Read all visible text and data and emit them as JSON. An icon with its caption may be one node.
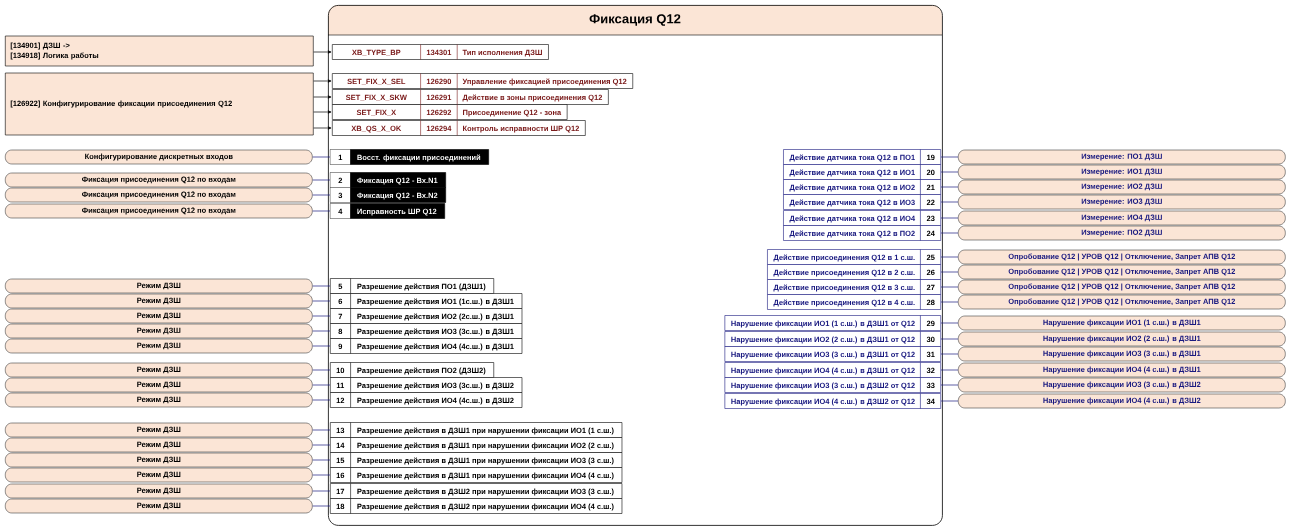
{
  "diagram": {
    "nodes": [
      {
        "text": [
          "Фиксация Q12"
        ]
      },
      {
        "text": [
          "[134901] ДЗШ ->",
          "[134918] Логика работы"
        ]
      },
      {
        "text": [
          "[126922] Конфигурирование фиксации присоединения Q12"
        ]
      },
      {
        "text": [
          "XB_TYPE_BP",
          "134301",
          "Тип исполнения ДЗШ"
        ],
        "in": 0
      },
      {
        "text": [
          "SET_FIX_X_SEL",
          "126290",
          "Управление фиксацией присоединения Q12"
        ],
        "in": 0
      },
      {
        "text": [
          "SET_FIX_X_SKW",
          "126291",
          "Действие в зоны присоединения Q12"
        ],
        "in": 0
      },
      {
        "text": [
          "SET_FIX_X",
          "126292",
          "Присоединение Q12 - зона"
        ],
        "in": 0
      },
      {
        "text": [
          "XB_QS_X_OK",
          "126294",
          "Контроль исправности ШР Q12"
        ],
        "in": 0
      },
      {
        "text": [
          "Конфигурирование дискретных входов"
        ]
      },
      {
        "text": [
          "Фиксация присоединения Q12 по входам"
        ]
      },
      {
        "text": [
          "Фиксация присоединения Q12 по входам"
        ]
      },
      {
        "text": [
          "Фиксация присоединения Q12 по входам"
        ]
      },
      {
        "text": [
          "Режим ДЗШ"
        ]
      },
      {
        "text": [
          "Режим ДЗШ"
        ]
      },
      {
        "text": [
          "Режим ДЗШ"
        ]
      },
      {
        "text": [
          "Режим ДЗШ"
        ]
      },
      {
        "text": [
          "Режим ДЗШ"
        ]
      },
      {
        "text": [
          "Режим ДЗШ"
        ]
      },
      {
        "text": [
          "Режим ДЗШ"
        ]
      },
      {
        "text": [
          "Режим ДЗШ"
        ]
      },
      {
        "text": [
          "Режим ДЗШ"
        ]
      },
      {
        "text": [
          "Режим ДЗШ"
        ]
      },
      {
        "text": [
          "Режим ДЗШ"
        ]
      },
      {
        "text": [
          "Режим ДЗШ"
        ]
      },
      {
        "text": [
          "Режим ДЗШ"
        ]
      },
      {
        "text": [
          "Режим ДЗШ"
        ]
      },
      {
        "text": [
          "1",
          "Восст. фиксации присоединений"
        ],
        "in": 0
      },
      {
        "text": [
          "2",
          "Фиксация Q12 - Вх.N1"
        ],
        "in": 0
      },
      {
        "text": [
          "3",
          "Фиксация Q12 - Вх.N2"
        ],
        "in": 0
      },
      {
        "text": [
          "4",
          "Исправность ШР Q12"
        ],
        "in": 0
      },
      {
        "text": [
          "5",
          "Разрешение действия ПО1 (ДЗШ1)"
        ],
        "in": 0
      },
      {
        "text": [
          "6",
          "Разрешение действия ИО1 (1с.ш.) в ДЗШ1"
        ],
        "in": 0
      },
      {
        "text": [
          "7",
          "Разрешение действия ИО2 (2с.ш.) в ДЗШ1"
        ],
        "in": 0
      },
      {
        "text": [
          "8",
          "Разрешение действия ИО3 (3с.ш.) в ДЗШ1"
        ],
        "in": 0
      },
      {
        "text": [
          "9",
          "Разрешение действия ИО4 (4с.ш.) в ДЗШ1"
        ],
        "in": 0
      },
      {
        "text": [
          "10",
          "Разрешение действия ПО2 (ДЗШ2)"
        ],
        "in": 0
      },
      {
        "text": [
          "11",
          "Разрешение действия ИО3 (3с.ш.) в ДЗШ2"
        ],
        "in": 0
      },
      {
        "text": [
          "12",
          "Разрешение действия ИО4 (4с.ш.) в ДЗШ2"
        ],
        "in": 0
      },
      {
        "text": [
          "13",
          "Разрешение действия в ДЗШ1 при нарушении фиксации ИО1 (1 с.ш.)"
        ],
        "in": 0
      },
      {
        "text": [
          "14",
          "Разрешение действия в ДЗШ1 при нарушении фиксации ИО2 (2 с.ш.)"
        ],
        "in": 0
      },
      {
        "text": [
          "15",
          "Разрешение действия в ДЗШ1 при нарушении фиксации ИО3 (3 с.ш.)"
        ],
        "in": 0
      },
      {
        "text": [
          "16",
          "Разрешение действия в ДЗШ1 при нарушении фиксации ИО4 (4 с.ш.)"
        ],
        "in": 0
      },
      {
        "text": [
          "17",
          "Разрешение действия в ДЗШ2 при нарушении фиксации ИО3 (3 с.ш.)"
        ],
        "in": 0
      },
      {
        "text": [
          "18",
          "Разрешение действия в ДЗШ2 при нарушении фиксации ИО4 (4 с.ш.)"
        ],
        "in": 0
      },
      {
        "text": [
          "Действие датчика тока Q12 в ПО1",
          "19"
        ],
        "in": 0
      },
      {
        "text": [
          "Действие датчика тока Q12 в ИО1",
          "20"
        ],
        "in": 0
      },
      {
        "text": [
          "Действие датчика тока Q12 в ИО2",
          "21"
        ],
        "in": 0
      },
      {
        "text": [
          "Действие датчика тока Q12 в ИО3",
          "22"
        ],
        "in": 0
      },
      {
        "text": [
          "Действие датчика тока Q12 в ИО4",
          "23"
        ],
        "in": 0
      },
      {
        "text": [
          "Действие датчика тока Q12 в ПО2",
          "24"
        ],
        "in": 0
      },
      {
        "text": [
          "Действие присоединения Q12 в 1 с.ш.",
          "25"
        ],
        "in": 0
      },
      {
        "text": [
          "Действие присоединения Q12 в 2 с.ш.",
          "26"
        ],
        "in": 0
      },
      {
        "text": [
          "Действие присоединения Q12 в 3 с.ш.",
          "27"
        ],
        "in": 0
      },
      {
        "text": [
          "Действие присоединения Q12 в 4 с.ш.",
          "28"
        ],
        "in": 0
      },
      {
        "text": [
          "Нарушение фиксации ИО1 (1 с.ш.) в ДЗШ1 от Q12",
          "29"
        ],
        "in": 0
      },
      {
        "text": [
          "Нарушение фиксации ИО2 (2 с.ш.) в ДЗШ1 от Q12",
          "30"
        ],
        "in": 0
      },
      {
        "text": [
          "Нарушение фиксации ИО3 (3 с.ш.) в ДЗШ1 от Q12",
          "31"
        ],
        "in": 0
      },
      {
        "text": [
          "Нарушение фиксации ИО4 (4 с.ш.) в ДЗШ1 от Q12",
          "32"
        ],
        "in": 0
      },
      {
        "text": [
          "Нарушение фиксации ИО3 (3 с.ш.) в ДЗШ2 от Q12",
          "33"
        ],
        "in": 0
      },
      {
        "text": [
          "Нарушение фиксации ИО4 (4 с.ш.) в ДЗШ2 от Q12",
          "34"
        ],
        "in": 0
      },
      {
        "text": [
          "Измерение: ПО1 ДЗШ"
        ]
      },
      {
        "text": [
          "Измерение: ИО1 ДЗШ"
        ]
      },
      {
        "text": [
          "Измерение: ИО2 ДЗШ"
        ]
      },
      {
        "text": [
          "Измерение: ИО3 ДЗШ"
        ]
      },
      {
        "text": [
          "Измерение: ИО4 ДЗШ"
        ]
      },
      {
        "text": [
          "Измерение: ПО2 ДЗШ"
        ]
      },
      {
        "text": [
          "Опробование Q12 | УРОВ Q12 | Отключение, Запрет АПВ Q12"
        ]
      },
      {
        "text": [
          "Опробование Q12 | УРОВ Q12 | Отключение, Запрет АПВ Q12"
        ]
      },
      {
        "text": [
          "Опробование Q12 | УРОВ Q12 | Отключение, Запрет АПВ Q12"
        ]
      },
      {
        "text": [
          "Опробование Q12 | УРОВ Q12 | Отключение, Запрет АПВ Q12"
        ]
      },
      {
        "text": [
          "Нарушение фиксации ИО1 (1 с.ш.) в ДЗШ1"
        ]
      },
      {
        "text": [
          "Нарушение фиксации ИО2 (2 с.ш.) в ДЗШ1"
        ]
      },
      {
        "text": [
          "Нарушение фиксации ИО3 (3 с.ш.) в ДЗШ1"
        ]
      },
      {
        "text": [
          "Нарушение фиксации ИО4 (4 с.ш.) в ДЗШ1"
        ]
      },
      {
        "text": [
          "Нарушение фиксации ИО3 (3 с.ш.) в ДЗШ2"
        ]
      },
      {
        "text": [
          "Нарушение фиксации ИО4 (4 с.ш.) в ДЗШ2"
        ]
      }
    ],
    "edges": [
      {
        "from": 1,
        "to": 3,
        "arrow": "to",
        "color": "#000000"
      },
      {
        "from": 2,
        "to": 4,
        "arrow": "to",
        "color": "#000000"
      },
      {
        "from": 2,
        "to": 5,
        "arrow": "to",
        "color": "#000000"
      },
      {
        "from": 2,
        "to": 6,
        "arrow": "to",
        "color": "#000000"
      },
      {
        "from": 2,
        "to": 7,
        "arrow": "to",
        "color": "#000000"
      },
      {
        "from": 8,
        "to": 26,
        "arrow": "none"
      },
      {
        "from": 9,
        "to": 27,
        "arrow": "none"
      },
      {
        "from": 10,
        "to": 28,
        "arrow": "none"
      },
      {
        "from": 11,
        "to": 29,
        "arrow": "none"
      },
      {
        "from": 12,
        "to": 30,
        "arrow": "none"
      },
      {
        "from": 13,
        "to": 31,
        "arrow": "none"
      },
      {
        "from": 14,
        "to": 32,
        "arrow": "none"
      },
      {
        "from": 15,
        "to": 33,
        "arrow": "none"
      },
      {
        "from": 16,
        "to": 34,
        "arrow": "none"
      },
      {
        "from": 17,
        "to": 35,
        "arrow": "none"
      },
      {
        "from": 18,
        "to": 36,
        "arrow": "none"
      },
      {
        "from": 19,
        "to": 37,
        "arrow": "none"
      },
      {
        "from": 20,
        "to": 38,
        "arrow": "none"
      },
      {
        "from": 21,
        "to": 39,
        "arrow": "none"
      },
      {
        "from": 22,
        "to": 40,
        "arrow": "none"
      },
      {
        "from": 23,
        "to": 41,
        "arrow": "none"
      },
      {
        "from": 24,
        "to": 42,
        "arrow": "none"
      },
      {
        "from": 25,
        "to": 43,
        "arrow": "none"
      },
      {
        "from": 44,
        "to": 60,
        "arrow": "none"
      },
      {
        "from": 45,
        "to": 61,
        "arrow": "none"
      },
      {
        "from": 46,
        "to": 62,
        "arrow": "none"
      },
      {
        "from": 47,
        "to": 63,
        "arrow": "none"
      },
      {
        "from": 48,
        "to": 64,
        "arrow": "none"
      },
      {
        "from": 49,
        "to": 65,
        "arrow": "none"
      },
      {
        "from": 50,
        "to": 66,
        "arrow": "none"
      },
      {
        "from": 51,
        "to": 67,
        "arrow": "none"
      },
      {
        "from": 52,
        "to": 68,
        "arrow": "none"
      },
      {
        "from": 53,
        "to": 69,
        "arrow": "none"
      },
      {
        "from": 54,
        "to": 70,
        "arrow": "none"
      },
      {
        "from": 55,
        "to": 71,
        "arrow": "none"
      },
      {
        "from": 56,
        "to": 72,
        "arrow": "none"
      },
      {
        "from": 57,
        "to": 73,
        "arrow": "none"
      },
      {
        "from": 58,
        "to": 74,
        "arrow": "none"
      },
      {
        "from": 59,
        "to": 75,
        "arrow": "none"
      }
    ]
  }
}
